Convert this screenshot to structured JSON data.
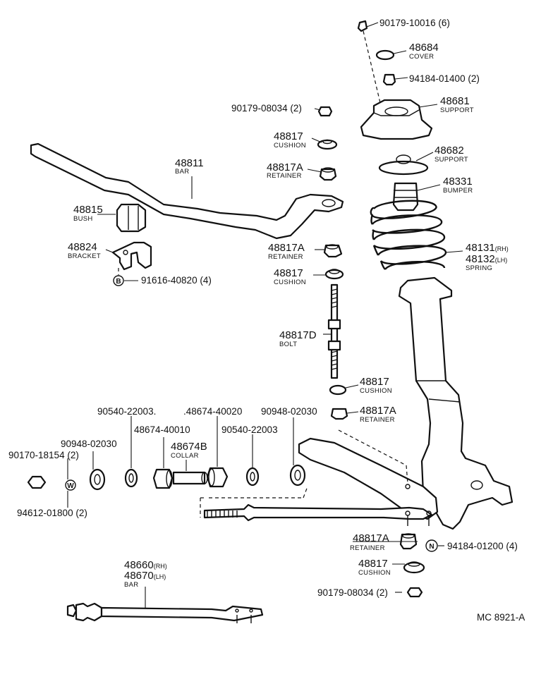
{
  "diagram_code": "MC 8921-A",
  "parts": {
    "p90179_10016": {
      "num": "90179-10016",
      "qty": "(6)"
    },
    "p48684": {
      "num": "48684",
      "name": "COVER"
    },
    "p94184_01400": {
      "num": "94184-01400",
      "qty": "(2)"
    },
    "p48681": {
      "num": "48681",
      "name": "SUPPORT"
    },
    "p90179_08034_top": {
      "num": "90179-08034",
      "qty": "(2)"
    },
    "p48817_cushion_1": {
      "num": "48817",
      "name": "CUSHION"
    },
    "p48811": {
      "num": "48811",
      "name": "BAR"
    },
    "p48682": {
      "num": "48682",
      "name": "SUPPORT"
    },
    "p48817A_retainer_1": {
      "num": "48817A",
      "name": "RETAINER"
    },
    "p48331": {
      "num": "48331",
      "name": "BUMPER"
    },
    "p48815": {
      "num": "48815",
      "name": "BUSH"
    },
    "p48824": {
      "num": "48824",
      "name": "BRACKET"
    },
    "p48817A_retainer_2": {
      "num": "48817A",
      "name": "RETAINER"
    },
    "p48131": {
      "num": "48131",
      "side": "(RH)"
    },
    "p48132": {
      "num": "48132",
      "side": "(LH)",
      "name": "SPRING"
    },
    "p91616_40820": {
      "num": "91616-40820",
      "qty": "(4)",
      "symbol": "B"
    },
    "p48817_cushion_2": {
      "num": "48817",
      "name": "CUSHION"
    },
    "p48817D": {
      "num": "48817D",
      "name": "BOLT"
    },
    "p48817_cushion_3": {
      "num": "48817",
      "name": "CUSHION"
    },
    "p90540_22003_a": {
      "num": "90540-22003",
      "suffix": "."
    },
    "p48674_40020": {
      "num": ".48674-40020"
    },
    "p90948_02030_a": {
      "num": "90948-02030"
    },
    "p48817A_retainer_3": {
      "num": "48817A",
      "name": "RETAINER"
    },
    "p48674_40010": {
      "num": "48674-40010"
    },
    "p90540_22003_b": {
      "num": "90540-22003"
    },
    "p90948_02030_b": {
      "num": "90948-02030"
    },
    "p48674B": {
      "num": "48674B",
      "name": "COLLAR"
    },
    "p90170_18154": {
      "num": "90170-18154",
      "qty": "(2)"
    },
    "p94612_01800": {
      "num": "94612-01800",
      "qty": "(2)",
      "symbol": "W"
    },
    "p48817A_retainer_4": {
      "num": "48817A",
      "name": "RETAINER"
    },
    "p94184_01200": {
      "num": "94184-01200",
      "qty": "(4)",
      "symbol": "N"
    },
    "p48817_cushion_4": {
      "num": "48817",
      "name": "CUSHION"
    },
    "p48660": {
      "num": "48660",
      "side": "(RH)"
    },
    "p48670": {
      "num": "48670",
      "side": "(LH)",
      "name": "BAR"
    },
    "p90179_08034_bot": {
      "num": "90179-08034",
      "qty": "(2)"
    }
  }
}
